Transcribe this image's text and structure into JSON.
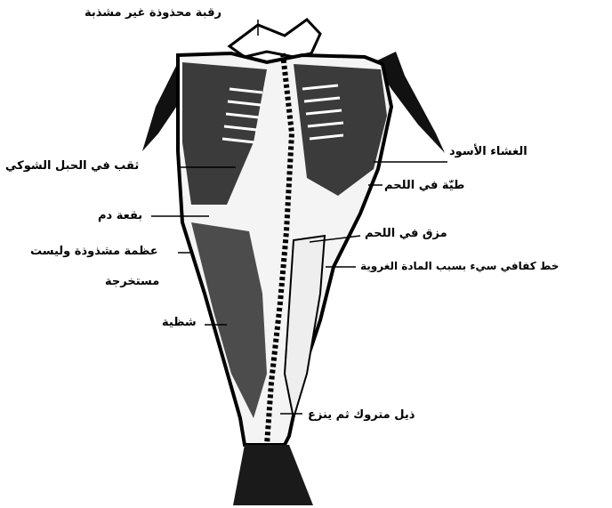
{
  "figure": {
    "labels": {
      "neck": "رقبة محذوذة غير مشذبة",
      "black_membrane": "الغشاء الأسود",
      "spinal_cord_hole": "ثقب في الحبل الشوكي",
      "flesh_fold": "طيّة في اللحم",
      "blood_spot": "بقعة دم",
      "flesh_tear": "مزق في اللحم",
      "bone_line1": "عظمة مشذوذة وليست",
      "bone_line2": "مستخرجة",
      "insufficient_line": "خط كفافي سيء بسبب المادة الغروية",
      "chip": "شظية",
      "tail": "ذيل متروك ثم ينزع"
    }
  }
}
